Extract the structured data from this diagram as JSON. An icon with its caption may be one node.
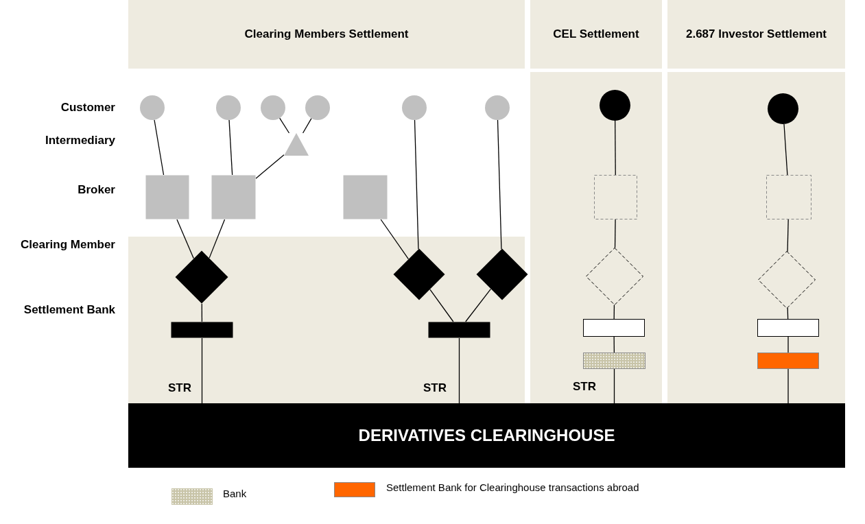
{
  "diagram": {
    "nodes": [
      {
        "text": [
          "Clearing Members Settlement"
        ]
      },
      {
        "text": [
          "CEL Settlement"
        ]
      },
      {
        "text": [
          "2.687 Investor Settlement"
        ]
      },
      {
        "text": [],
        "shape": "circle"
      },
      {
        "text": [],
        "shape": "circle"
      },
      {
        "text": [],
        "shape": "circle"
      },
      {
        "text": [],
        "shape": "circle"
      },
      {
        "text": [],
        "shape": "circle"
      },
      {
        "text": [],
        "shape": "circle"
      },
      {
        "text": [],
        "shape": "circle"
      },
      {
        "text": [],
        "shape": "circle"
      },
      {
        "text": [],
        "shape": "triangle"
      },
      {
        "text": [],
        "shape": "box"
      },
      {
        "text": [],
        "shape": "box"
      },
      {
        "text": [],
        "shape": "box"
      },
      {
        "text": [],
        "shape": "box"
      },
      {
        "text": [],
        "shape": "box"
      },
      {
        "text": [],
        "shape": "diamond"
      },
      {
        "text": [],
        "shape": "diamond"
      },
      {
        "text": [],
        "shape": "diamond"
      },
      {
        "text": [],
        "shape": "diamond"
      },
      {
        "text": [],
        "shape": "diamond"
      },
      {
        "text": [],
        "shape": "bar"
      },
      {
        "text": [],
        "shape": "bar"
      },
      {
        "text": [],
        "shape": "bar"
      },
      {
        "text": [],
        "shape": "bar"
      },
      {
        "text": [],
        "shape": "bar"
      },
      {
        "text": [],
        "shape": "bar"
      },
      {
        "text": [
          "DERIVATIVES CLEARINGHOUSE"
        ]
      }
    ],
    "edges": [
      {
        "from": 3,
        "to": 12,
        "arrow": "none"
      },
      {
        "from": 4,
        "to": 13,
        "arrow": "none"
      },
      {
        "from": 5,
        "to": 11,
        "arrow": "none"
      },
      {
        "from": 6,
        "to": 11,
        "arrow": "none"
      },
      {
        "from": 11,
        "to": 13,
        "arrow": "none"
      },
      {
        "from": 7,
        "to": 18,
        "arrow": "none"
      },
      {
        "from": 14,
        "to": 18,
        "arrow": "none"
      },
      {
        "from": 8,
        "to": 19,
        "arrow": "none"
      },
      {
        "from": 12,
        "to": 17,
        "arrow": "none"
      },
      {
        "from": 13,
        "to": 17,
        "arrow": "none"
      },
      {
        "from": 17,
        "to": 22,
        "arrow": "none"
      },
      {
        "from": 22,
        "to": 28,
        "arrow": "none"
      },
      {
        "from": 18,
        "to": 23,
        "arrow": "none"
      },
      {
        "from": 19,
        "to": 23,
        "arrow": "none"
      },
      {
        "from": 23,
        "to": 28,
        "arrow": "none"
      },
      {
        "from": 9,
        "to": 15,
        "arrow": "none"
      },
      {
        "from": 15,
        "to": 20,
        "arrow": "none"
      },
      {
        "from": 20,
        "to": 24,
        "arrow": "none"
      },
      {
        "from": 24,
        "to": 26,
        "arrow": "none"
      },
      {
        "from": 26,
        "to": 28,
        "arrow": "none"
      },
      {
        "from": 10,
        "to": 16,
        "arrow": "none"
      },
      {
        "from": 16,
        "to": 21,
        "arrow": "none"
      },
      {
        "from": 21,
        "to": 25,
        "arrow": "none"
      },
      {
        "from": 25,
        "to": 27,
        "arrow": "none"
      },
      {
        "from": 27,
        "to": 28,
        "arrow": "none"
      }
    ],
    "labels": [
      "Customer",
      "Intermediary",
      "Broker",
      "Clearing Member",
      "Settlement Bank",
      "STR",
      "STR",
      "STR"
    ],
    "legend": [
      {
        "text": "Bank",
        "color": "#c8c4a8"
      },
      {
        "text": "Settlement Bank for Clearinghouse transactions abroad",
        "color": "#ff6600"
      }
    ]
  }
}
